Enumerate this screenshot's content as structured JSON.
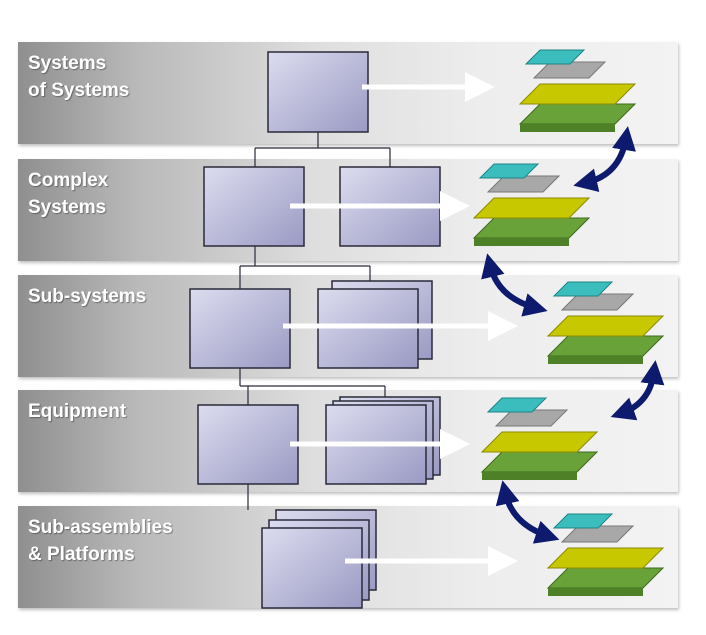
{
  "levels": [
    {
      "id": "systems-of-systems",
      "label": "Systems\nof Systems"
    },
    {
      "id": "complex-systems",
      "label": "Complex\nSystems"
    },
    {
      "id": "sub-systems",
      "label": "Sub-systems"
    },
    {
      "id": "equipment",
      "label": "Equipment"
    },
    {
      "id": "sub-assemblies",
      "label": "Sub-assemblies\n& Platforms"
    }
  ],
  "colors": {
    "box_fill_top": "#dcdcef",
    "box_fill_bottom": "#9a9ac4",
    "box_stroke": "#2a2a3a",
    "arrow": "#ffffff",
    "double_arrow": "#0d1a6e",
    "layer_top": "#3bbdbd",
    "layer_grey": "#a8a8a8",
    "layer_yellow": "#c8c800",
    "layer_green": "#6aa23a"
  },
  "icons": {
    "layer_stack": "layer-stack-icon",
    "flow_arrow": "right-arrow-icon",
    "link_arrow": "curved-double-arrow-icon"
  }
}
